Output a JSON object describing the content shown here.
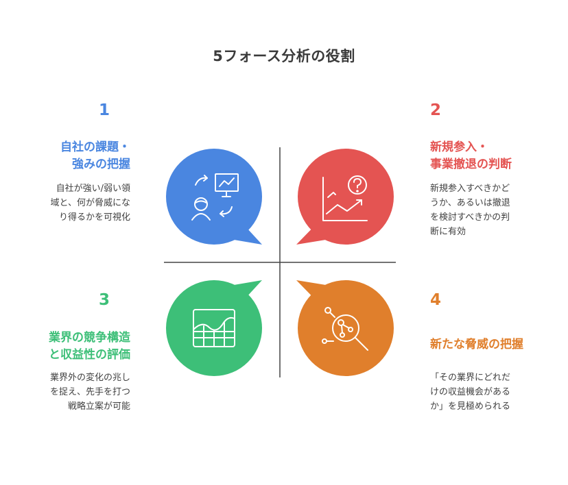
{
  "title": "5フォース分析の役割",
  "quadrants": [
    {
      "number": "1",
      "heading": [
        "自社の課題・",
        "強みの把握"
      ],
      "description": [
        "自社が強い/弱い領",
        "域と、何が脅威にな",
        "り得るかを可視化"
      ],
      "color": "#4a86e0",
      "icon": "strategy-presentation-icon"
    },
    {
      "number": "2",
      "heading": [
        "新規参入・",
        "事業撤退の判断"
      ],
      "description": [
        "新規参入すべきかど",
        "うか、あるいは撤退",
        "を検討すべきかの判",
        "断に有効"
      ],
      "color": "#e45452",
      "icon": "question-growth-chart-icon"
    },
    {
      "number": "3",
      "heading": [
        "業界の競争構造",
        "と収益性の評価"
      ],
      "description": [
        "業界外の変化の兆し",
        "を捉え、先手を打つ",
        "戦略立案が可能"
      ],
      "color": "#3dbf78",
      "icon": "area-chart-grid-icon"
    },
    {
      "number": "4",
      "heading": [
        "新たな脅威の把握"
      ],
      "description": [
        "「その業界にどれだ",
        "けの収益機会がある",
        "か」を見極められる"
      ],
      "color": "#e07f2c",
      "icon": "magnify-network-icon"
    }
  ]
}
